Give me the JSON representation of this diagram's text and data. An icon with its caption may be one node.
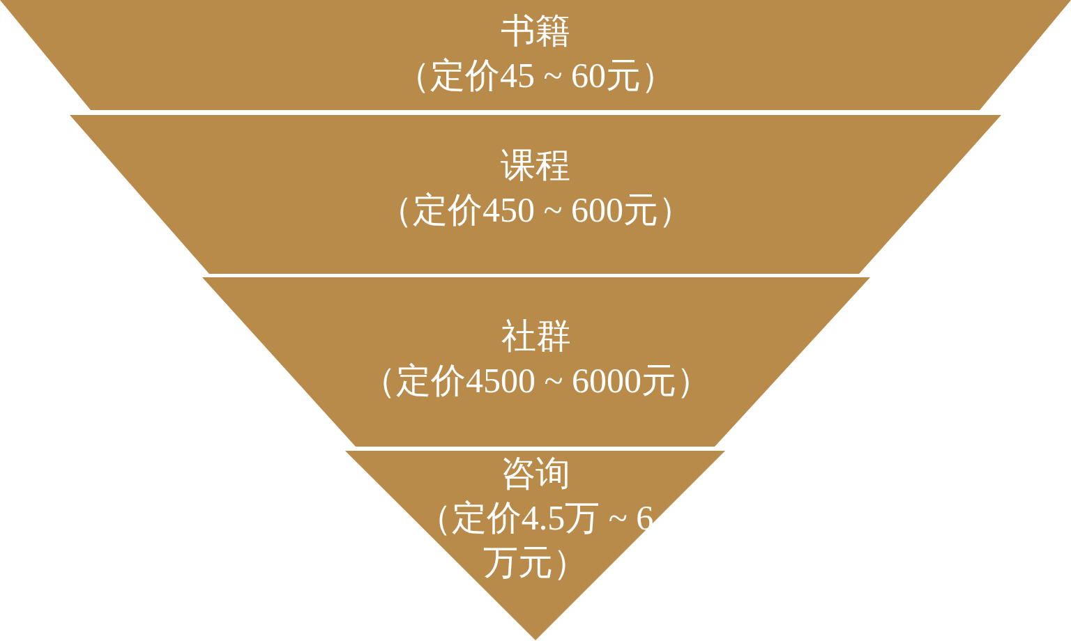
{
  "diagram": {
    "nodes": [
      {
        "text": [
          "书籍",
          "（定价45 ~ 60元）"
        ]
      },
      {
        "text": [
          "课程",
          "（定价450 ~ 600元）"
        ]
      },
      {
        "text": [
          "社群",
          "（定价4500 ~ 6000元）"
        ]
      },
      {
        "text": [
          "咨询",
          "（定价4.5万 ~ 6万元）"
        ]
      }
    ]
  }
}
